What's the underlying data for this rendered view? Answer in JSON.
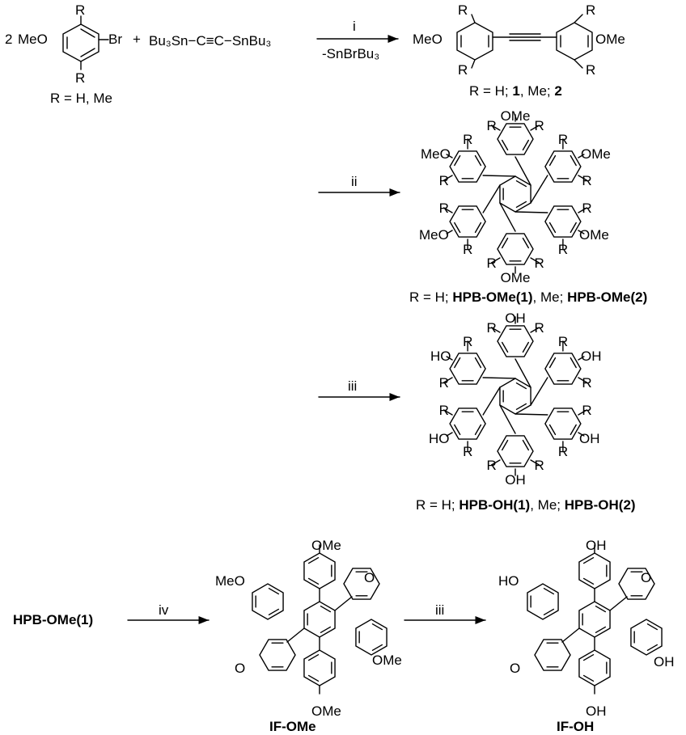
{
  "scheme": {
    "row1": {
      "coeff": "2",
      "bromide_left": "MeO",
      "bromide_right": "Br",
      "r_label": "R",
      "plus": "+",
      "stannane": "Bu₃Sn−C≡C−SnBu₃",
      "r_def": "R = H, Me",
      "step": "i",
      "byproduct": "-SnBrBu₃",
      "prod_left": "MeO",
      "prod_right": "OMe",
      "prod_note_a": "R = H; ",
      "prod_num1": "1",
      "prod_note_b": ", Me; ",
      "prod_num2": "2"
    },
    "row2": {
      "step": "ii",
      "sub": "OMe",
      "sub_left": "MeO",
      "note_a": "R = H; ",
      "name1": "HPB-OMe(1)",
      "note_b": ", Me; ",
      "name2": "HPB-OMe(2)"
    },
    "row3": {
      "step": "iii",
      "sub": "OH",
      "sub_left": "HO",
      "note_a": "R = H; ",
      "name1": "HPB-OH(1)",
      "note_b": ", Me; ",
      "name2": "HPB-OH(2)"
    },
    "row4": {
      "reactant": "HPB-OMe(1)",
      "step_a": "iv",
      "step_b": "iii",
      "ome": "OMe",
      "meo": "MeO",
      "oh": "OH",
      "ho": "HO",
      "o": "O",
      "name_a": "IF-OMe",
      "name_b": "IF-OH"
    }
  }
}
